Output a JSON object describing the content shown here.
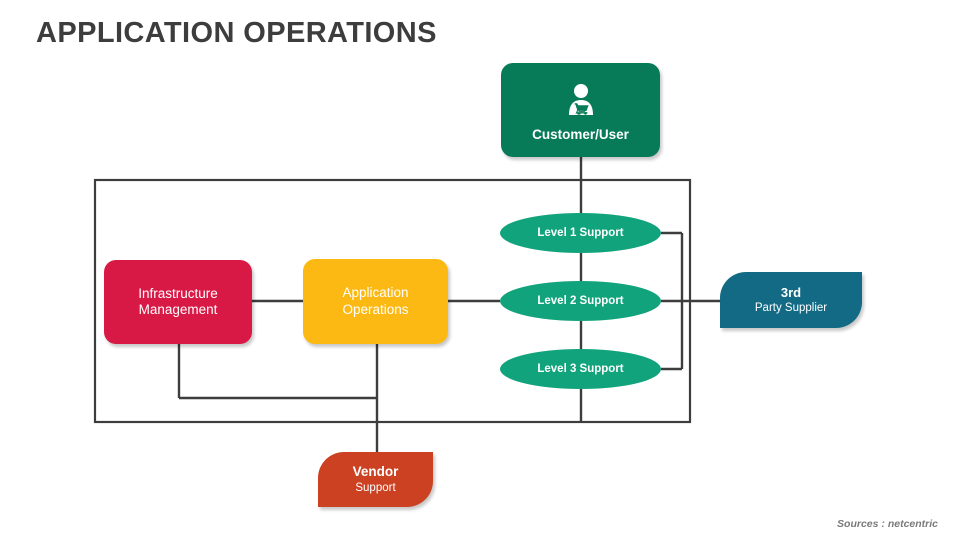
{
  "page": {
    "title": "APPLICATION OPERATIONS",
    "source_note": "Sources : netcentric",
    "background": "#ffffff",
    "title_color": "#3d3d3d"
  },
  "diagram": {
    "type": "flow-diagram",
    "boundary_label": "",
    "nodes": [
      {
        "id": "customer",
        "label": "Customer/User",
        "shape": "rounded-rectangle",
        "color": "#077A57",
        "icon": "customer-shopper-icon"
      },
      {
        "id": "infrastructure-management",
        "label_line1": "Infrastructure",
        "label_line2": "Management",
        "shape": "rounded-rectangle",
        "color": "#D91945"
      },
      {
        "id": "application-operations",
        "label_line1": "Application",
        "label_line2": "Operations",
        "shape": "rounded-rectangle",
        "color": "#FDB913"
      },
      {
        "id": "level-1-support",
        "label": "Level 1 Support",
        "shape": "ellipse",
        "color": "#11A37B"
      },
      {
        "id": "level-2-support",
        "label": "Level 2 Support",
        "shape": "ellipse",
        "color": "#11A37B"
      },
      {
        "id": "level-3-support",
        "label": "Level 3 Support",
        "shape": "ellipse",
        "color": "#11A37B"
      },
      {
        "id": "third-party-supplier",
        "label_line1": "3rd",
        "label_line2": "Party Supplier",
        "shape": "flag",
        "color": "#136A85"
      },
      {
        "id": "vendor-support",
        "label_line1": "Vendor",
        "label_line2": "Support",
        "shape": "flag",
        "color": "#CC4122"
      }
    ],
    "connector_color": "#3d3d3d",
    "edges": [
      {
        "from": "customer",
        "to": "level-1-support"
      },
      {
        "from": "level-1-support",
        "to": "level-2-support"
      },
      {
        "from": "level-2-support",
        "to": "level-3-support"
      },
      {
        "from": "infrastructure-management",
        "to": "application-operations"
      },
      {
        "from": "application-operations",
        "to": "level-2-support"
      },
      {
        "from": "level-1-support",
        "to": "third-party-supplier"
      },
      {
        "from": "level-2-support",
        "to": "third-party-supplier"
      },
      {
        "from": "level-3-support",
        "to": "third-party-supplier"
      },
      {
        "from": "infrastructure-management",
        "to": "vendor-support"
      },
      {
        "from": "application-operations",
        "to": "vendor-support"
      }
    ]
  }
}
